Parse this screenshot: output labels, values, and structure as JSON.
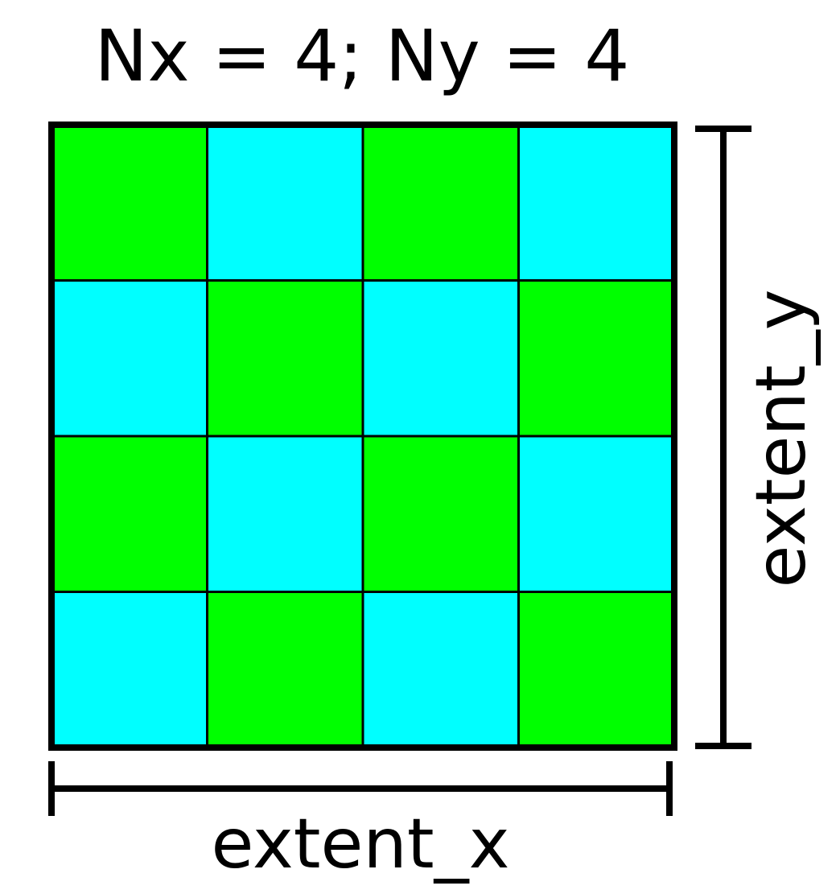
{
  "title": "Nx = 4; Ny = 4",
  "grid": {
    "nx": 4,
    "ny": 4,
    "colors": {
      "green": "#00ff00",
      "cyan": "#00ffff",
      "border": "#000000"
    },
    "cells": [
      [
        "green",
        "cyan",
        "green",
        "cyan"
      ],
      [
        "cyan",
        "green",
        "cyan",
        "green"
      ],
      [
        "green",
        "cyan",
        "green",
        "cyan"
      ],
      [
        "cyan",
        "green",
        "cyan",
        "green"
      ]
    ]
  },
  "dimensions": {
    "x_label": "extent_x",
    "y_label": "extent_y"
  }
}
